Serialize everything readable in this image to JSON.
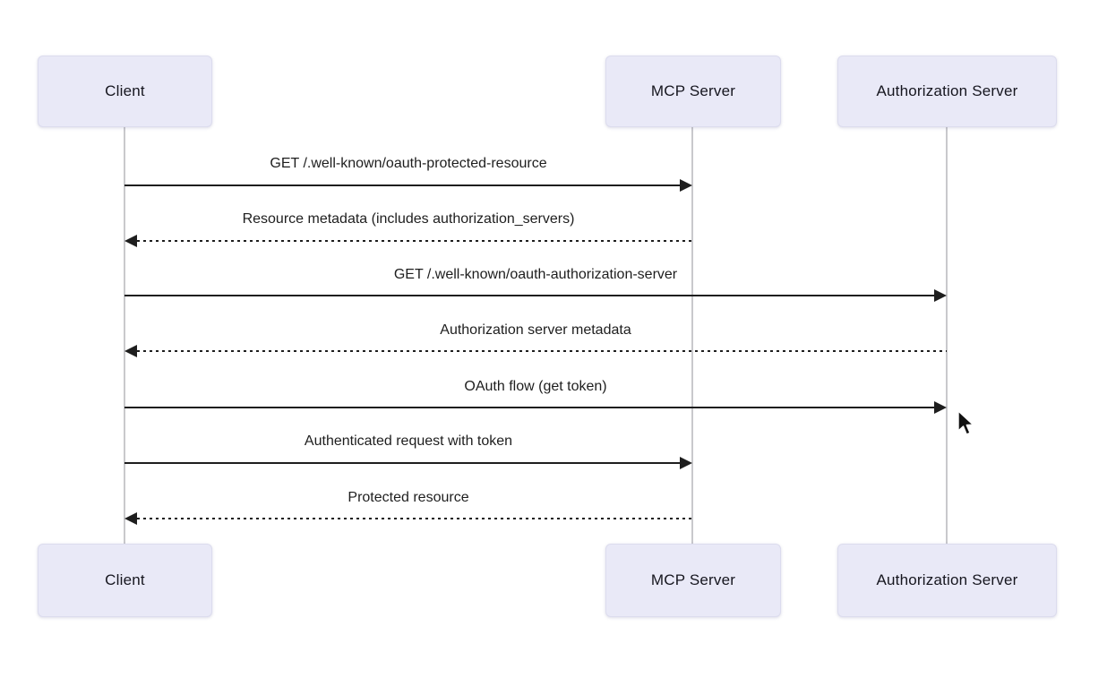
{
  "colors": {
    "actor-fill": "#e9e9f7",
    "actor-border": "#dcdcee",
    "actor-text": "#16161f",
    "message-text": "#1e1e1e",
    "arrow-color": "#1e1e1e",
    "lifeline-color": "#c9c9cc",
    "background": "#ffffff"
  },
  "diagram": {
    "type": "sequence",
    "actors": [
      {
        "id": "client",
        "label": "Client"
      },
      {
        "id": "mcp_server",
        "label": "MCP Server"
      },
      {
        "id": "authorization_server",
        "label": "Authorization Server"
      }
    ],
    "messages": [
      {
        "from": "client",
        "to": "mcp_server",
        "style": "solid",
        "label": "GET /.well-known/oauth-protected-resource"
      },
      {
        "from": "mcp_server",
        "to": "client",
        "style": "dashed",
        "label": "Resource metadata (includes authorization_servers)"
      },
      {
        "from": "client",
        "to": "authorization_server",
        "style": "solid",
        "label": "GET /.well-known/oauth-authorization-server"
      },
      {
        "from": "authorization_server",
        "to": "client",
        "style": "dashed",
        "label": "Authorization server metadata"
      },
      {
        "from": "client",
        "to": "authorization_server",
        "style": "solid",
        "label": "OAuth flow (get token)"
      },
      {
        "from": "client",
        "to": "mcp_server",
        "style": "solid",
        "label": "Authenticated request with token"
      },
      {
        "from": "mcp_server",
        "to": "client",
        "style": "dashed",
        "label": "Protected resource"
      }
    ]
  }
}
